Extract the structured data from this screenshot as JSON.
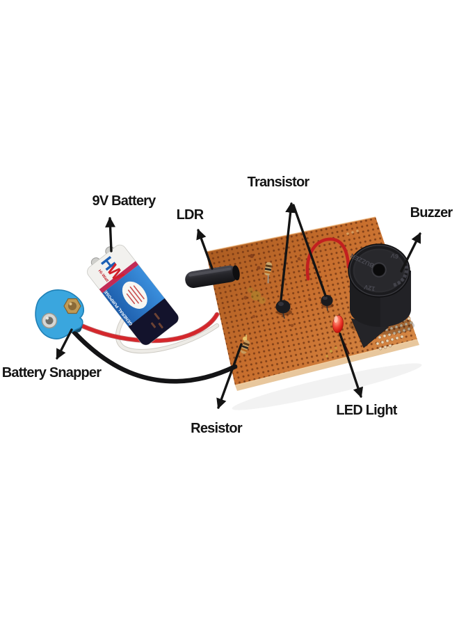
{
  "annotations": {
    "battery": "9V Battery",
    "ldr": "LDR",
    "transistor": "Transistor",
    "buzzer": "Buzzer",
    "battery_snapper": "Battery Snapper",
    "resistor": "Resistor",
    "led": "LED Light"
  },
  "battery": {
    "brand_h": "H",
    "brand_w": "W",
    "brand_sub": "Hi-Watt",
    "side_text": "GENERAL PURPOSE"
  },
  "buzzer": {
    "embossed_name": "BUZZER",
    "embossed_6v": "6V",
    "embossed_12v": "12V"
  },
  "colors": {
    "background": "#ffffff",
    "label_text": "#141414",
    "board_orange": "#c9772f",
    "wire_red": "#d5262b",
    "wire_black": "#141416",
    "snapper_blue": "#3aa6de",
    "battery_blue": "#2b7fd0",
    "led_red": "#e01510"
  }
}
